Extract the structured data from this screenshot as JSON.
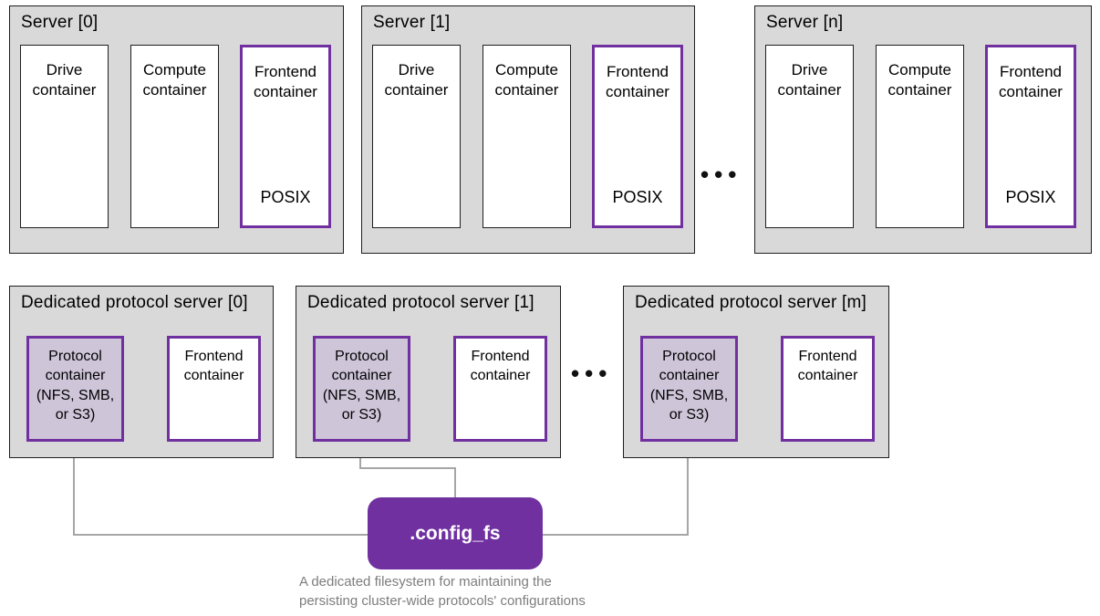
{
  "servers": [
    {
      "title": "Server [0]",
      "drive": "Drive\ncontainer",
      "compute": "Compute\ncontainer",
      "frontend": "Frontend\ncontainer",
      "posix": "POSIX"
    },
    {
      "title": "Server [1]",
      "drive": "Drive\ncontainer",
      "compute": "Compute\ncontainer",
      "frontend": "Frontend\ncontainer",
      "posix": "POSIX"
    },
    {
      "title": "Server [n]",
      "drive": "Drive\ncontainer",
      "compute": "Compute\ncontainer",
      "frontend": "Frontend\ncontainer",
      "posix": "POSIX"
    }
  ],
  "ellipsis": {
    "top": "•••",
    "mid": "•••"
  },
  "protocol_servers": [
    {
      "title": "Dedicated protocol server [0]",
      "protocol": "Protocol\ncontainer\n(NFS, SMB,\nor S3)",
      "frontend": "Frontend\ncontainer"
    },
    {
      "title": "Dedicated protocol server [1]",
      "protocol": "Protocol\ncontainer\n(NFS, SMB,\nor S3)",
      "frontend": "Frontend\ncontainer"
    },
    {
      "title": "Dedicated protocol server [m]",
      "protocol": "Protocol\ncontainer\n(NFS, SMB,\nor S3)",
      "frontend": "Frontend\ncontainer"
    }
  ],
  "config_fs": {
    "label": ".config_fs"
  },
  "caption": {
    "text": "A dedicated filesystem for maintaining the\npersisting cluster-wide protocols' configurations"
  },
  "colors": {
    "server_box_bg": "#d9d9d9",
    "box_border": "#1f1f1f",
    "accent_purple": "#7030a0",
    "protocol_container_fill": "#cec5d9",
    "connector_gray": "#a6a6a6",
    "caption_gray": "#7d7d7d"
  }
}
